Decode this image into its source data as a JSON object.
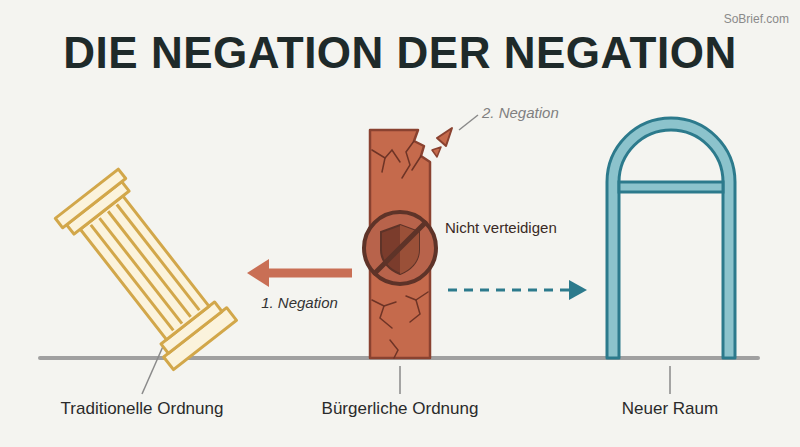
{
  "diagram": {
    "title": "DIE NEGATION DER NEGATION",
    "nodes": [
      {
        "text": [
          "Traditionelle Ordnung"
        ]
      },
      {
        "text": [
          "Bürgerliche Ordnung"
        ]
      },
      {
        "text": [
          "Neuer Raum"
        ]
      }
    ],
    "edges": [
      {
        "from": 1,
        "to": 0,
        "label": "1. Negation",
        "arrow": "to"
      },
      {
        "from": 1,
        "to": 2,
        "arrow": "to"
      }
    ],
    "labels": [
      "SoBrief.com",
      "2. Negation",
      "Nicht verteidigen"
    ]
  }
}
